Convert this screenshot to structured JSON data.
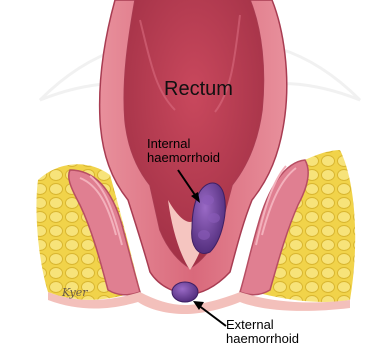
{
  "labels": {
    "rectum": "Rectum",
    "internal": [
      "Internal",
      "haemorrhoid"
    ],
    "external": [
      "External",
      "haemorrhoid"
    ],
    "signature": "Kyer"
  },
  "colors": {
    "background": "#ffffff",
    "rectum_wall": "#d55a6d",
    "rectum_lumen": "#b43a4f",
    "muscle": "#e58595",
    "fat": "#f3d64a",
    "haemorrhoid": "#6e3e9c",
    "skin": "#f5c5c0",
    "label_text": "#000000"
  },
  "icons": {
    "watermark": "caduceus-watermark-icon"
  }
}
